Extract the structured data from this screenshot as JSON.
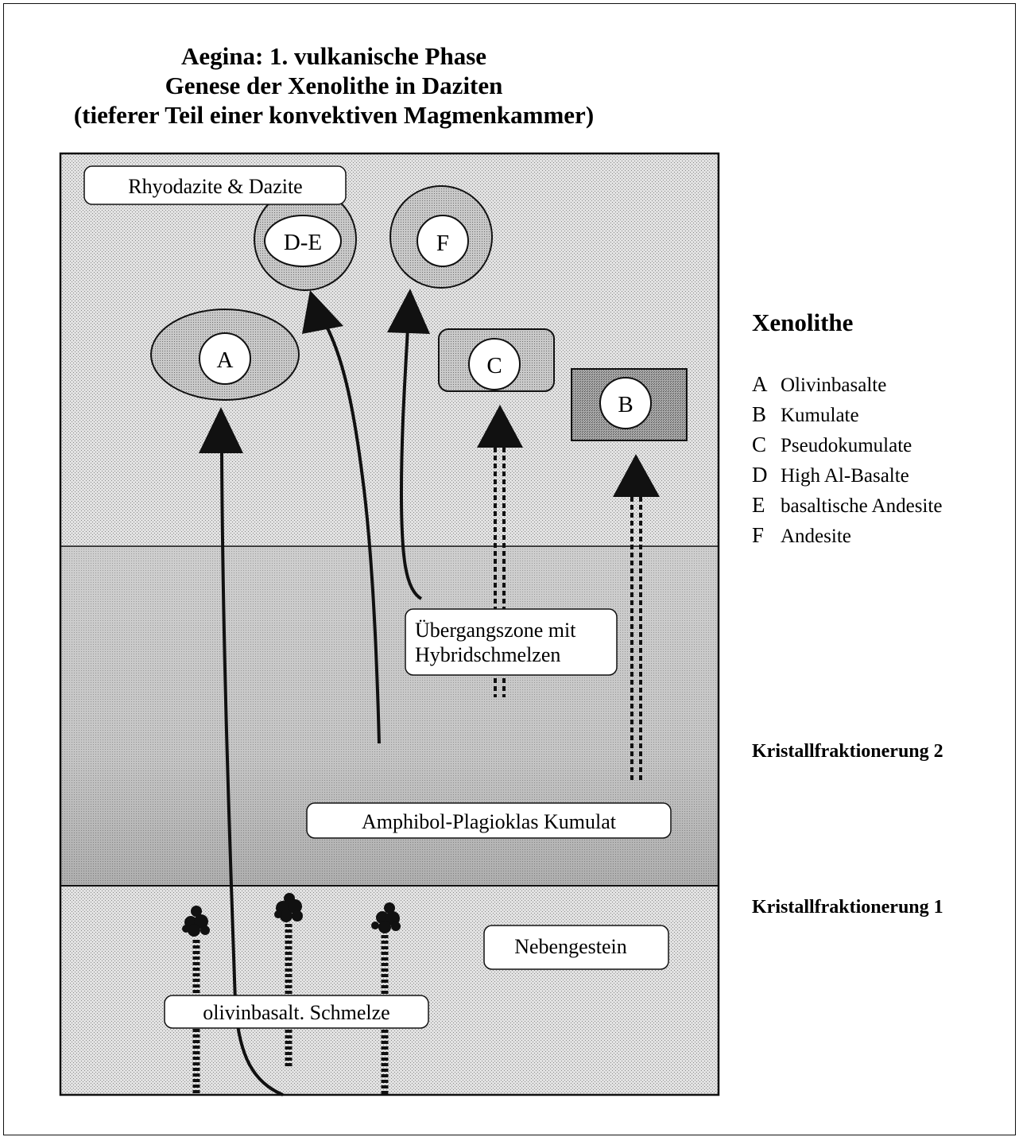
{
  "title": {
    "line1": "Aegina: 1. vulkanische Phase",
    "line2": "Genese der Xenolithe in Daziten",
    "line3": "(tieferer Teil einer konvektiven Magmenkammer)"
  },
  "zones": {
    "upper_label": "Rhyodazite & Dazite",
    "transition_label_line1": "Übergangszone mit",
    "transition_label_line2": "Hybridschmelzen",
    "cumulate_label": "Amphibol-Plagioklas Kumulat",
    "country_rock_label": "Nebengestein",
    "melt_label": "olivinbasalt. Schmelze"
  },
  "xenolith_markers": {
    "A": "A",
    "B": "B",
    "C": "C",
    "DE": "D-E",
    "F": "F"
  },
  "legend": {
    "title": "Xenolithe",
    "items": [
      {
        "key": "A",
        "text": "Olivinbasalte"
      },
      {
        "key": "B",
        "text": "Kumulate"
      },
      {
        "key": "C",
        "text": "Pseudokumulate"
      },
      {
        "key": "D",
        "text": "High Al-Basalte"
      },
      {
        "key": "E",
        "text": "basaltische Andesite"
      },
      {
        "key": "F",
        "text": "Andesite"
      }
    ]
  },
  "side_labels": {
    "fractionation_2": "Kristallfraktionerung 2",
    "fractionation_1": "Kristallfraktionerung 1"
  }
}
